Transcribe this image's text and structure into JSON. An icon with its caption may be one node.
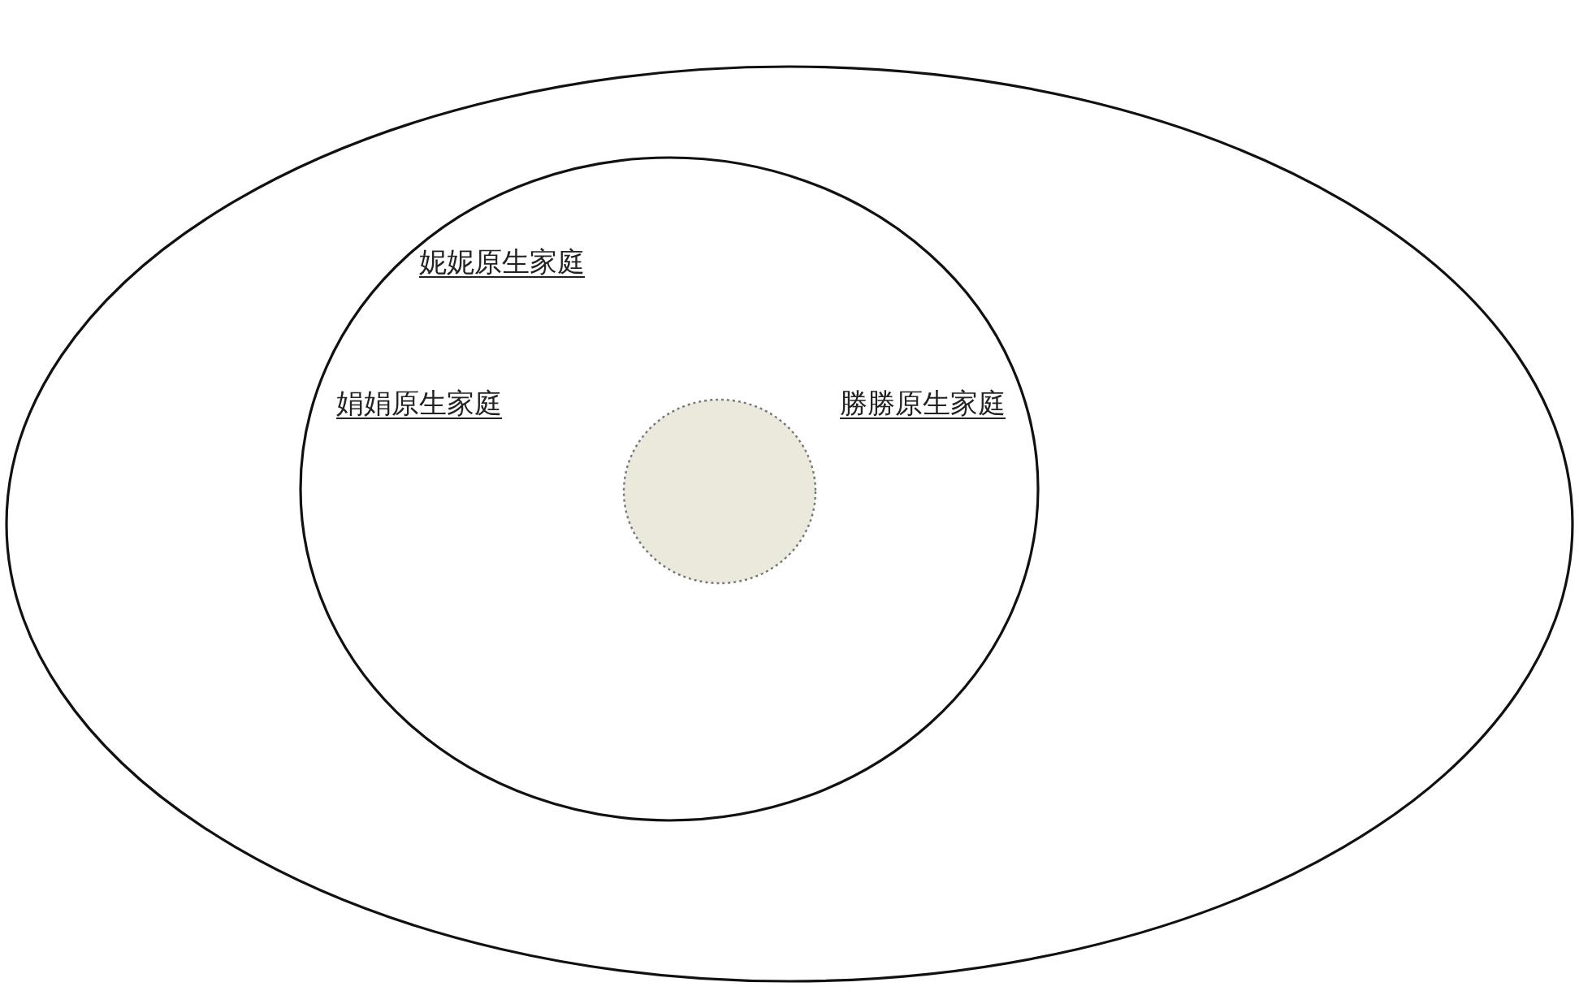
{
  "diagram": {
    "nodes": [
      {
        "text": [],
        "shape": "ellipse"
      },
      {
        "text": [],
        "shape": "ellipse",
        "in": 0
      },
      {
        "text": [
          "妮妮原生家庭"
        ],
        "in": 1
      },
      {
        "text": [
          "娟娟原生家庭"
        ],
        "in": 1
      },
      {
        "text": [],
        "shape": "circle",
        "in": 1
      },
      {
        "text": [
          "勝勝原生家庭"
        ],
        "in": 1
      }
    ]
  }
}
